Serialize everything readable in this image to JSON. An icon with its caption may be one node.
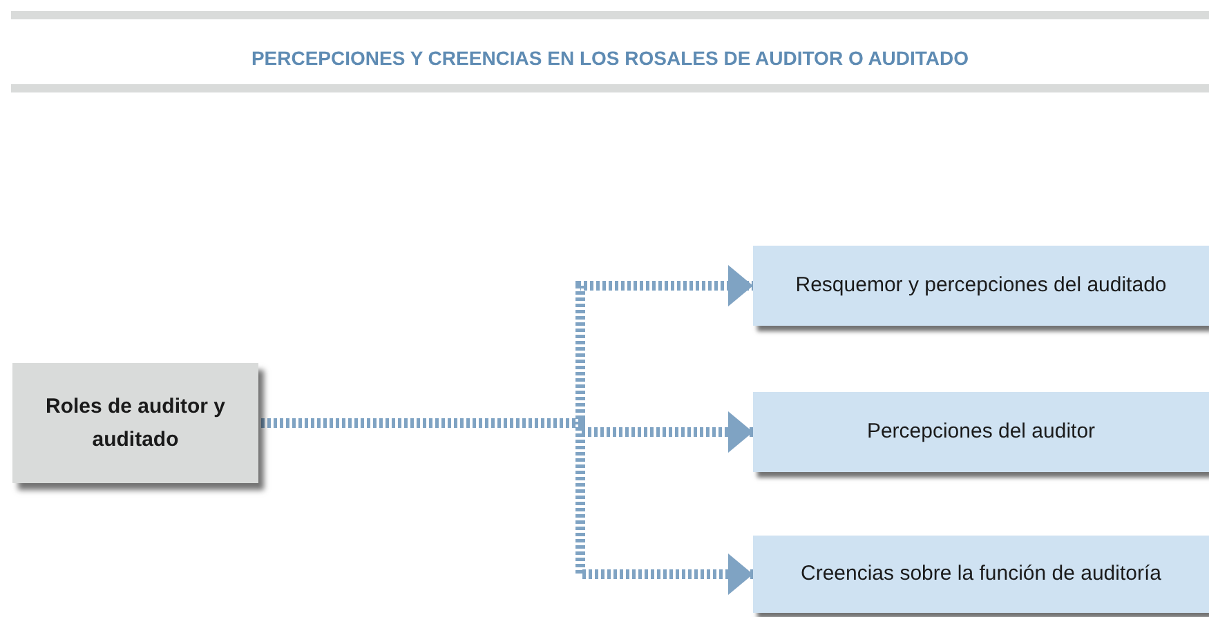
{
  "diagram": {
    "title": "PERCEPCIONES Y CREENCIAS EN LOS ROSALES DE AUDITOR O AUDITADO",
    "nodes": [
      {
        "text": [
          "Roles de auditor y auditado"
        ]
      },
      {
        "text": [
          "Resquemor y percepciones del auditado"
        ]
      },
      {
        "text": [
          "Percepciones del auditor"
        ]
      },
      {
        "text": [
          "Creencias sobre la función de auditoría"
        ]
      }
    ],
    "edges": [
      {
        "from": 0,
        "to": 1,
        "arrow": "to",
        "style": "dashed"
      },
      {
        "from": 0,
        "to": 2,
        "arrow": "to",
        "style": "dashed"
      },
      {
        "from": 0,
        "to": 3,
        "arrow": "to",
        "style": "dashed"
      }
    ]
  }
}
